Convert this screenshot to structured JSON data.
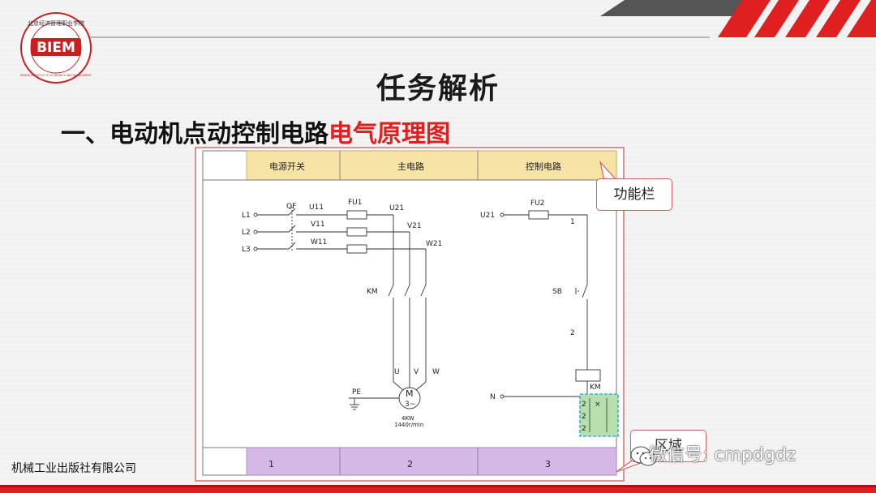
{
  "header": {
    "logo_text": "BIEM",
    "logo_ring_text": "北京经济管理职业学院",
    "logo_ring_text_en": "BEIJING INSTITUTE OF ECONOMICS AND MANAGEMENT"
  },
  "title": "任务解析",
  "subtitle": {
    "prefix": "一、电动机点动控制电路",
    "highlight": "电气原理图"
  },
  "diagram": {
    "function_bar": [
      "电源开关",
      "主电路",
      "控制电路"
    ],
    "zone_bar": [
      "1",
      "2",
      "3"
    ],
    "labels": {
      "L1": "L1",
      "L2": "L2",
      "L3": "L3",
      "QF": "QF",
      "U11": "U11",
      "V11": "V11",
      "W11": "W11",
      "FU1": "FU1",
      "U21": "U21",
      "V21": "V21",
      "W21": "W21",
      "KM_main": "KM",
      "U": "U",
      "V": "V",
      "W": "W",
      "PE": "PE",
      "M": "M",
      "M3": "3~",
      "power": "4KW",
      "speed": "1440r/min",
      "ctrl_U21": "U21",
      "FU2": "FU2",
      "wire1": "1",
      "SB": "SB",
      "wire2": "2",
      "KM_coil": "KM",
      "N": "N",
      "contact_rows": [
        "2",
        "2",
        "2"
      ],
      "contact_x": "×"
    }
  },
  "callouts": {
    "function_bar": "功能栏",
    "zone_bar": "区域"
  },
  "footer": {
    "publisher": "机械工业出版社有限公司",
    "wechat": "微信号: cmpdgdz"
  },
  "colors": {
    "accent_red": "#e02020",
    "function_bar_fill": "#f8e3a6",
    "zone_bar_fill": "#d6b8e6",
    "contact_box": "#3ab0d8"
  }
}
